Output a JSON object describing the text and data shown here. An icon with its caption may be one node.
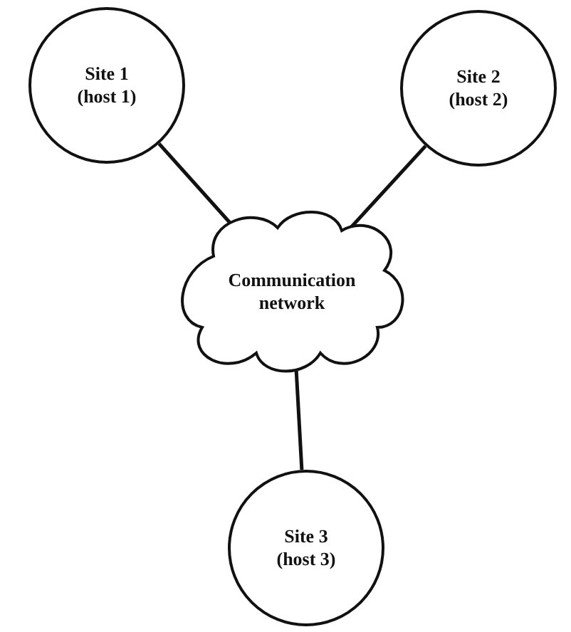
{
  "diagram": {
    "nodes": [
      {
        "text": [
          "Site 1 (host 1)"
        ]
      },
      {
        "text": [
          "Site 2 (host 2)"
        ]
      },
      {
        "text": [
          "Communication network"
        ]
      },
      {
        "text": [
          "Site 3 (host 3)"
        ]
      }
    ],
    "edges": [
      {
        "from": 0,
        "to": 2,
        "arrow": "none"
      },
      {
        "from": 1,
        "to": 2,
        "arrow": "none"
      },
      {
        "from": 2,
        "to": 3,
        "arrow": "none"
      }
    ]
  }
}
